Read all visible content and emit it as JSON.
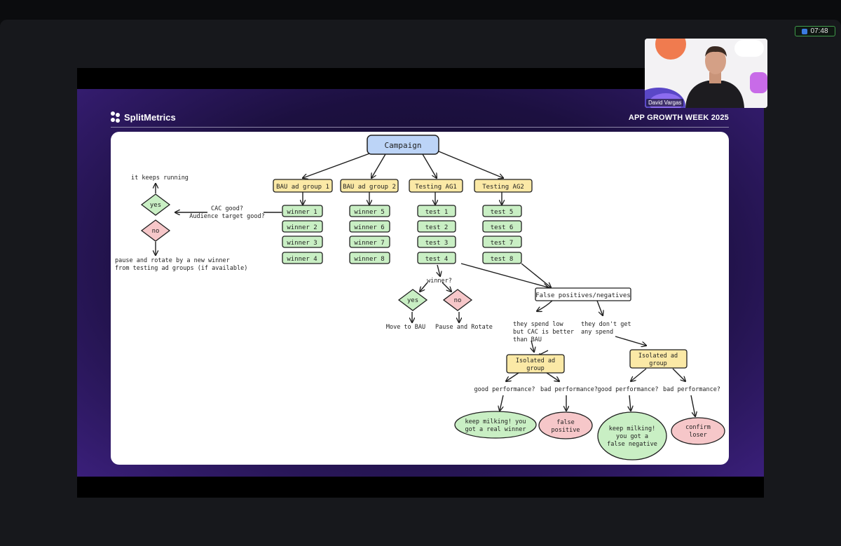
{
  "meeting": {
    "clock": "07:48",
    "participant_name": "David Vargas"
  },
  "slide": {
    "brand": "SplitMetrics",
    "event": "APP GROWTH WEEK 2025"
  },
  "diagram": {
    "root": "Campaign",
    "groups": [
      "BAU ad group 1",
      "BAU ad group 2",
      "Testing AG1",
      "Testing AG2"
    ],
    "group_items": [
      [
        "winner 1",
        "winner 2",
        "winner 3",
        "winner 4"
      ],
      [
        "winner 5",
        "winner 6",
        "winner 7",
        "winner 8"
      ],
      [
        "test 1",
        "test 2",
        "test 3",
        "test 4"
      ],
      [
        "test 5",
        "test 6",
        "test 7",
        "test 8"
      ]
    ],
    "left": {
      "question_line1": "CAC good?",
      "question_line2": "Audience target good?",
      "yes": "yes",
      "no": "no",
      "keeps_running": "it keeps running",
      "pause_line1": "pause and rotate by a new winner",
      "pause_line2": "from testing ad groups (if available)"
    },
    "winner_branch": {
      "question": "winner?",
      "yes": "yes",
      "no": "no",
      "move": "Move to BAU",
      "pause": "Pause and Rotate"
    },
    "false_box": "False positives/negatives",
    "low_spend": [
      "they spend low",
      "but CAC is better",
      "than BAU"
    ],
    "no_spend": [
      "they don't get",
      "any spend"
    ],
    "isolated_line1": "Isolated ad",
    "isolated_line2": "group",
    "good_q": "good performance?",
    "bad_q": "bad performance?",
    "outcome_real_winner": [
      "keep milking! you",
      "got a real winner"
    ],
    "outcome_false_positive": [
      "false",
      "positive"
    ],
    "outcome_false_negative": [
      "keep milking!",
      "you got a",
      "false negative"
    ],
    "outcome_confirm_loser": [
      "confirm",
      "loser"
    ]
  },
  "colors": {
    "root_fill": "#bcd4f7",
    "group_fill": "#fbe9a6",
    "item_fill": "#c9efc4",
    "no_fill": "#f6c7c9",
    "ink": "#1f1f1f"
  }
}
